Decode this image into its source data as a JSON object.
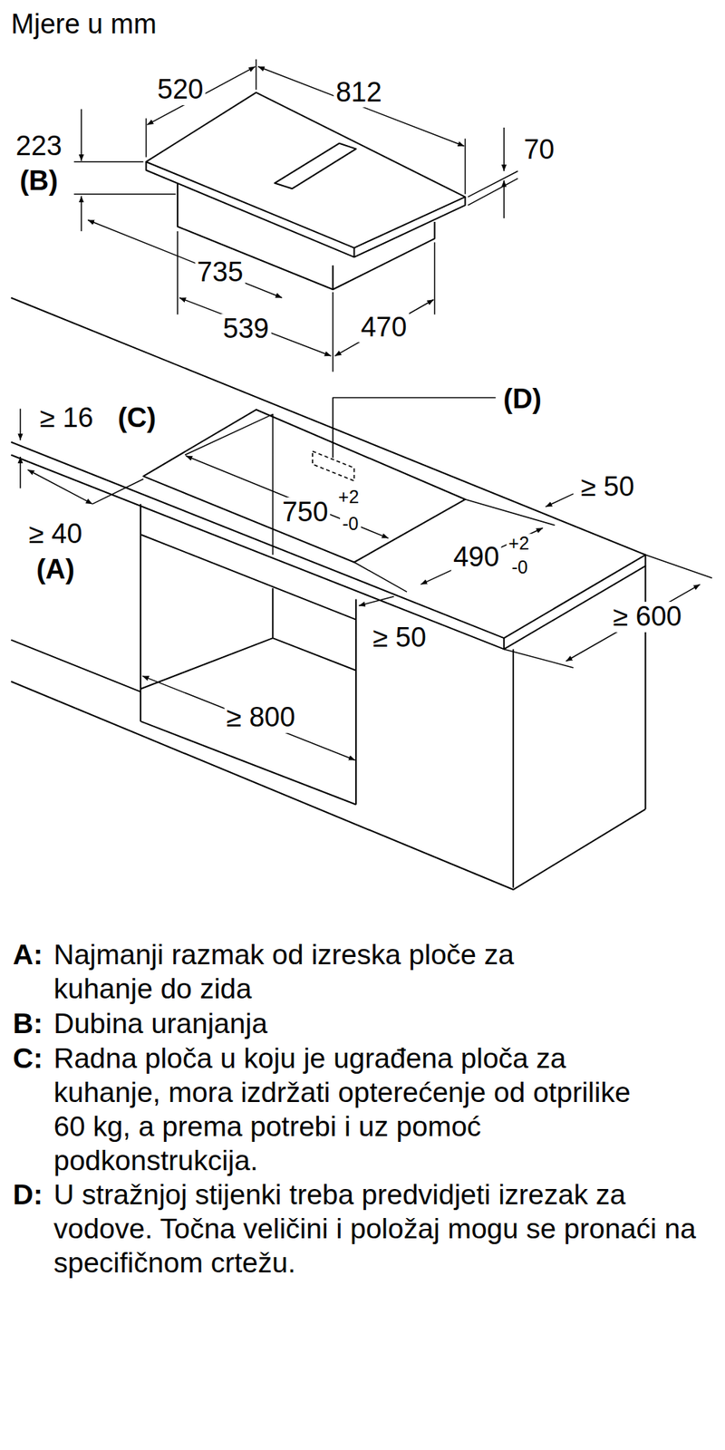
{
  "diagram": {
    "title": "Mjere u mm",
    "labels": [
      "520",
      "812",
      "223",
      "(B)",
      "70",
      "735",
      "539",
      "470",
      "(D)",
      "≥ 16",
      "(C)",
      "750",
      "+2",
      "-0",
      "≥ 50",
      "≥ 40",
      "(A)",
      "490",
      "+2",
      "-0",
      "≥ 600",
      "≥ 50",
      "≥ 800",
      "A:",
      "Najmanji razmak od izreska ploče za kuhanje do zida",
      "B:",
      "Dubina uranjanja",
      "C:",
      "Radna ploča u koju je ugrađena ploča za kuhanje, mora izdržati opterećenje od otprilike 60 kg, a prema potrebi i uz pomoć podkonstrukcija.",
      "D:",
      "U stražnjoj stijenki treba predvidjeti izrezak za vodove. Točna veličini i položaj mogu se pronaći na specifičnom crtežu."
    ]
  }
}
